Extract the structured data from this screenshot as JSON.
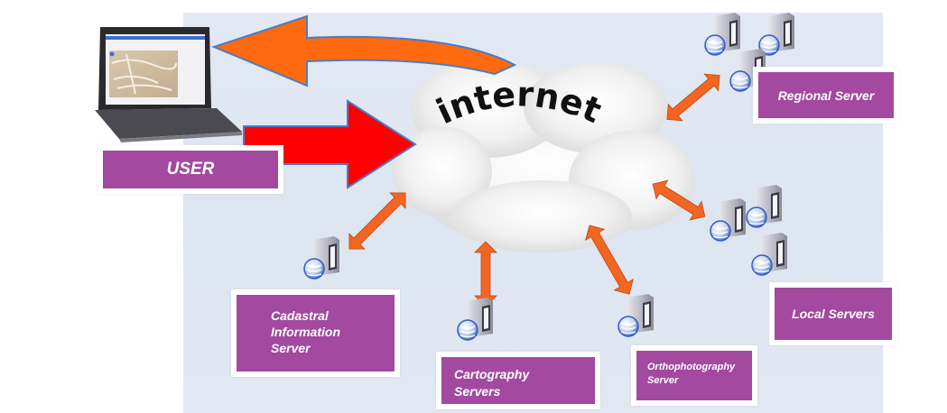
{
  "diagram": {
    "cloud_label": "internet",
    "nodes": {
      "user": {
        "label": "USER",
        "icon": "laptop-icon"
      },
      "regional": {
        "label": "Regional Server",
        "icon": "server-database-icon",
        "count": 3
      },
      "local": {
        "label": "Local Servers",
        "icon": "server-database-icon",
        "count": 3
      },
      "cadastral": {
        "lines": [
          "Cadastral",
          "Information",
          "Server"
        ],
        "icon": "server-database-icon",
        "count": 1
      },
      "cartography": {
        "lines": [
          "Cartography",
          "Servers"
        ],
        "icon": "server-database-icon",
        "count": 1
      },
      "orthophotography": {
        "lines": [
          "Orthophotography",
          "Server"
        ],
        "icon": "server-database-icon",
        "count": 1
      }
    },
    "colors": {
      "label_fill": "#a349a0",
      "label_text": "#ffffff",
      "response_arrow": "#ff6a10",
      "request_arrow": "#ff0000",
      "link_arrow": "#f26522",
      "background": "#e1e8f2"
    }
  }
}
